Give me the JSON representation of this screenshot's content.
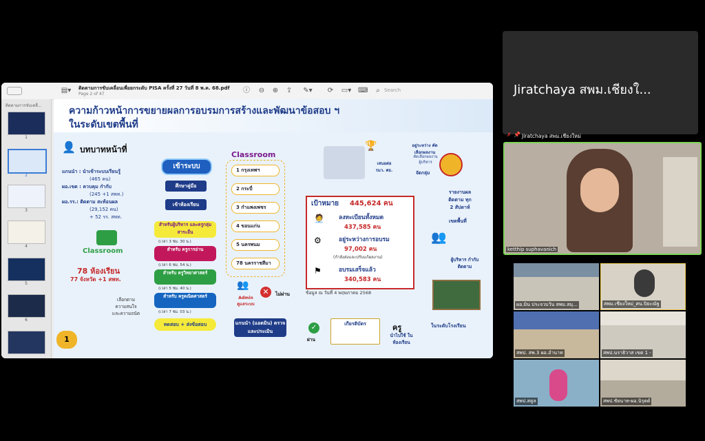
{
  "viewer": {
    "title": "ติดตามการขับเคลื่อนเพื่อยกระดับ PISA ครั้งที่ 27 วันที่ 8 พ.ค. 68.pdf",
    "page_info": "Page 2 of 47",
    "search_placeholder": "Search",
    "sidebar_header": "ติดตามการขับเคลื่...",
    "thumbnails": [
      "1",
      "2",
      "3",
      "4",
      "5",
      "6"
    ]
  },
  "slide": {
    "title_line1": "ความก้าวหน้าการขยายผลการอบรมการสร้างและพัฒนาข้อสอบ ฯ",
    "title_line2": "ในระดับเขตพื้นที่",
    "roles_heading": "บทบาทหน้าที่",
    "roles": [
      "แกนนำ : นำเข้าระบบเรียนรู้",
      "(465 คน)",
      "ผอ.เขต : ควบคุม กำกับ",
      "(245 +1 สพท.)",
      "ผอ.รร.: ติดตาม สะท้อนผล",
      "(29,152 คน)",
      "+ 52 รร. สพท."
    ],
    "classroom_label": "Classroom",
    "rooms_count": "78 ห้องเรียน",
    "provinces": "77 จังหวัด +1 สพท.",
    "choose_note": [
      "เลือกตาม",
      "ความสนใจ",
      "และความถนัด"
    ],
    "enter_system": "เข้าระบบ",
    "study_manual": "ศึกษาคู่มือ",
    "enter_class": "เข้าห้องเรียน",
    "tracks": [
      {
        "label": "สำหรับผู้บริหาร และครูกลุ่มสาระอื่น",
        "time": "(เวลา 3 ชม. 30 น.)"
      },
      {
        "label": "สำหรับ ครูการอ่าน",
        "time": "(เวลา 6 ชม. 54 น.)"
      },
      {
        "label": "สำหรับ ครูวิทยาศาสตร์",
        "time": "(เวลา 5 ชม. 40 น.)"
      },
      {
        "label": "สำหรับ ครูคณิตศาสตร์",
        "time": "(เวลา 7 ชม. 03 น.)"
      }
    ],
    "test_button": "ทดสอบ + ส่งข้อสอบ",
    "slide_number": "1",
    "classroom_list_title": "Classroom",
    "classroom_list": [
      "1 กรุงเทพฯ",
      "2 กระบี่",
      "3 กำแพงเพชร",
      "4 ขอนแก่น",
      "5 นครพนม",
      "78 นครราชสีมา"
    ],
    "admin_label": "Admin ดูแลระบบ",
    "fail_label": "ไม่ผ่าน",
    "leader_check": "แกนนำ (แอดมิน) ตรวจและประเมิน",
    "pass_label": "ผ่าน",
    "certificate": "เกียรติบัตร",
    "teacher": "ครู",
    "apply_class": "นำไปใช้ ในห้องเรียน",
    "minister_caption": "เสนอต่อ รมว. ศธ.",
    "deputy_note": "อยู่ระหว่าง คัดเลือกผลงาน",
    "select_work": "คัดเลือกผลงาน ผู้บริหาร",
    "group_label": "จัดกลุ่ม",
    "report_label": "รายงานผล ติดตาม ทุก 2 สัปดาห์",
    "district_label": "เขตพื้นที่",
    "school_admin": "ผู้บริหาร กำกับติดตาม",
    "school_level": "ในระดับโรงเรียน",
    "target_label": "เป้าหมาย",
    "target_value": "445,624 คน",
    "stats": [
      {
        "label": "ลงทะเบียนทั้งหมด",
        "value": "437,585 คน"
      },
      {
        "label": "อยู่ระหว่างการอบรม",
        "value": "97,002 คน"
      },
      {
        "label": "อบรมเสร็จแล้ว",
        "value": "340,583 คน"
      }
    ],
    "in_progress_note": "(กำลังส่งและปรับแก้ผลงาน)",
    "data_date": "ข้อมูล ณ วันที่ 4 พฤษภาคม 2568"
  },
  "speaker": {
    "name_banner": "Jiratchaya สพม.เชียงใ...",
    "active_label": "Jiratchaya สพม.เชียงใหม่",
    "video_name": "ketthip suphavanich"
  },
  "participants": [
    "ผอ.มิน ประจวบวัน สพม.สมุ...",
    "สพม.เชียงใหม่_ศน.ปิยะณัฐ",
    "สพป. สพ.3 ผอ.อำนาท",
    "สพป.นราธิวาส เขต 1 -",
    "สพป.สตูล",
    "สพป.ชัยนาท-ผอ.นิรุตต์"
  ],
  "colors": {
    "slide_title_blue": "#1f3c88",
    "accent_yellow": "#f0b429",
    "red": "#d32f2f",
    "green": "#2e9e44"
  }
}
